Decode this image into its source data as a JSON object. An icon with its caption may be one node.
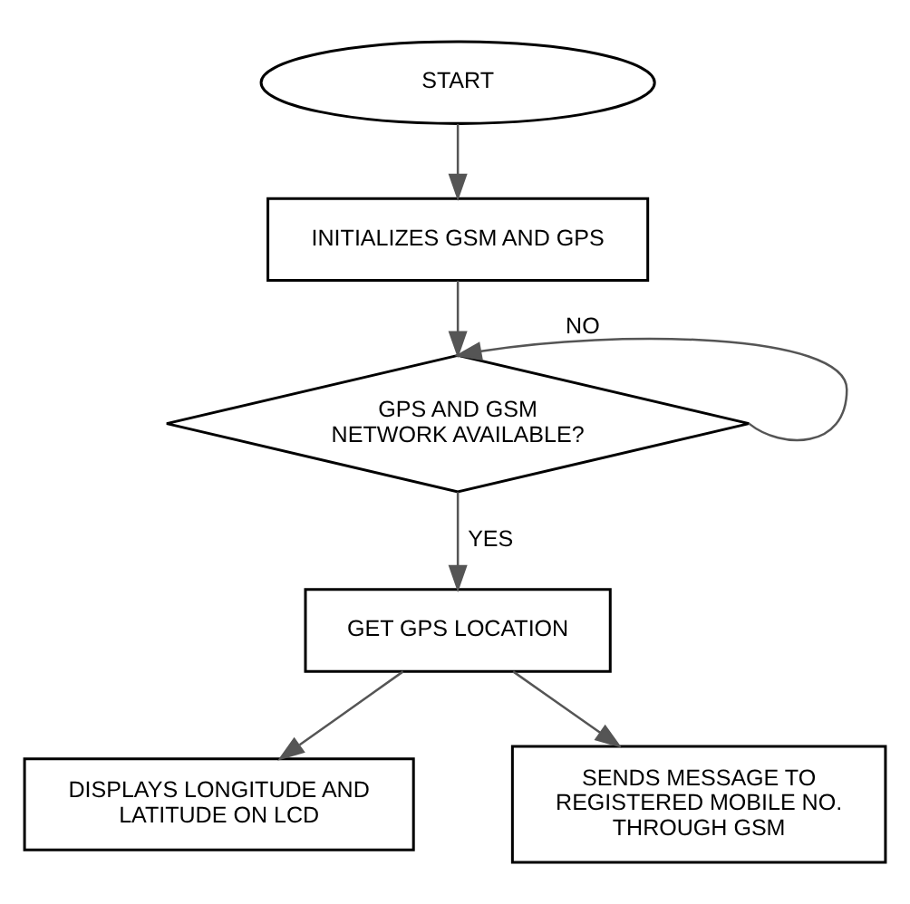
{
  "diagram": {
    "nodes": [
      {
        "text": [
          "START"
        ]
      },
      {
        "text": [
          "INITIALIZES GSM AND GPS"
        ]
      },
      {
        "text": [
          "GPS AND GSM NETWORK AVAILABLE?"
        ]
      },
      {
        "text": [
          "GET GPS LOCATION"
        ]
      },
      {
        "text": [
          "DISPLAYS LONGITUDE AND LATITUDE ON LCD"
        ]
      },
      {
        "text": [
          "SENDS MESSAGE TO REGISTERED MOBILE NO. THROUGH GSM"
        ]
      }
    ],
    "edges": [
      {
        "from": 0,
        "to": 1,
        "arrow": "to"
      },
      {
        "from": 1,
        "to": 2,
        "arrow": "to"
      },
      {
        "from": 2,
        "to": 2,
        "arrow": "to",
        "label": "NO"
      },
      {
        "from": 2,
        "to": 3,
        "arrow": "to",
        "label": "YES"
      },
      {
        "from": 3,
        "to": 4,
        "arrow": "to"
      },
      {
        "from": 3,
        "to": 5,
        "arrow": "to"
      }
    ]
  }
}
